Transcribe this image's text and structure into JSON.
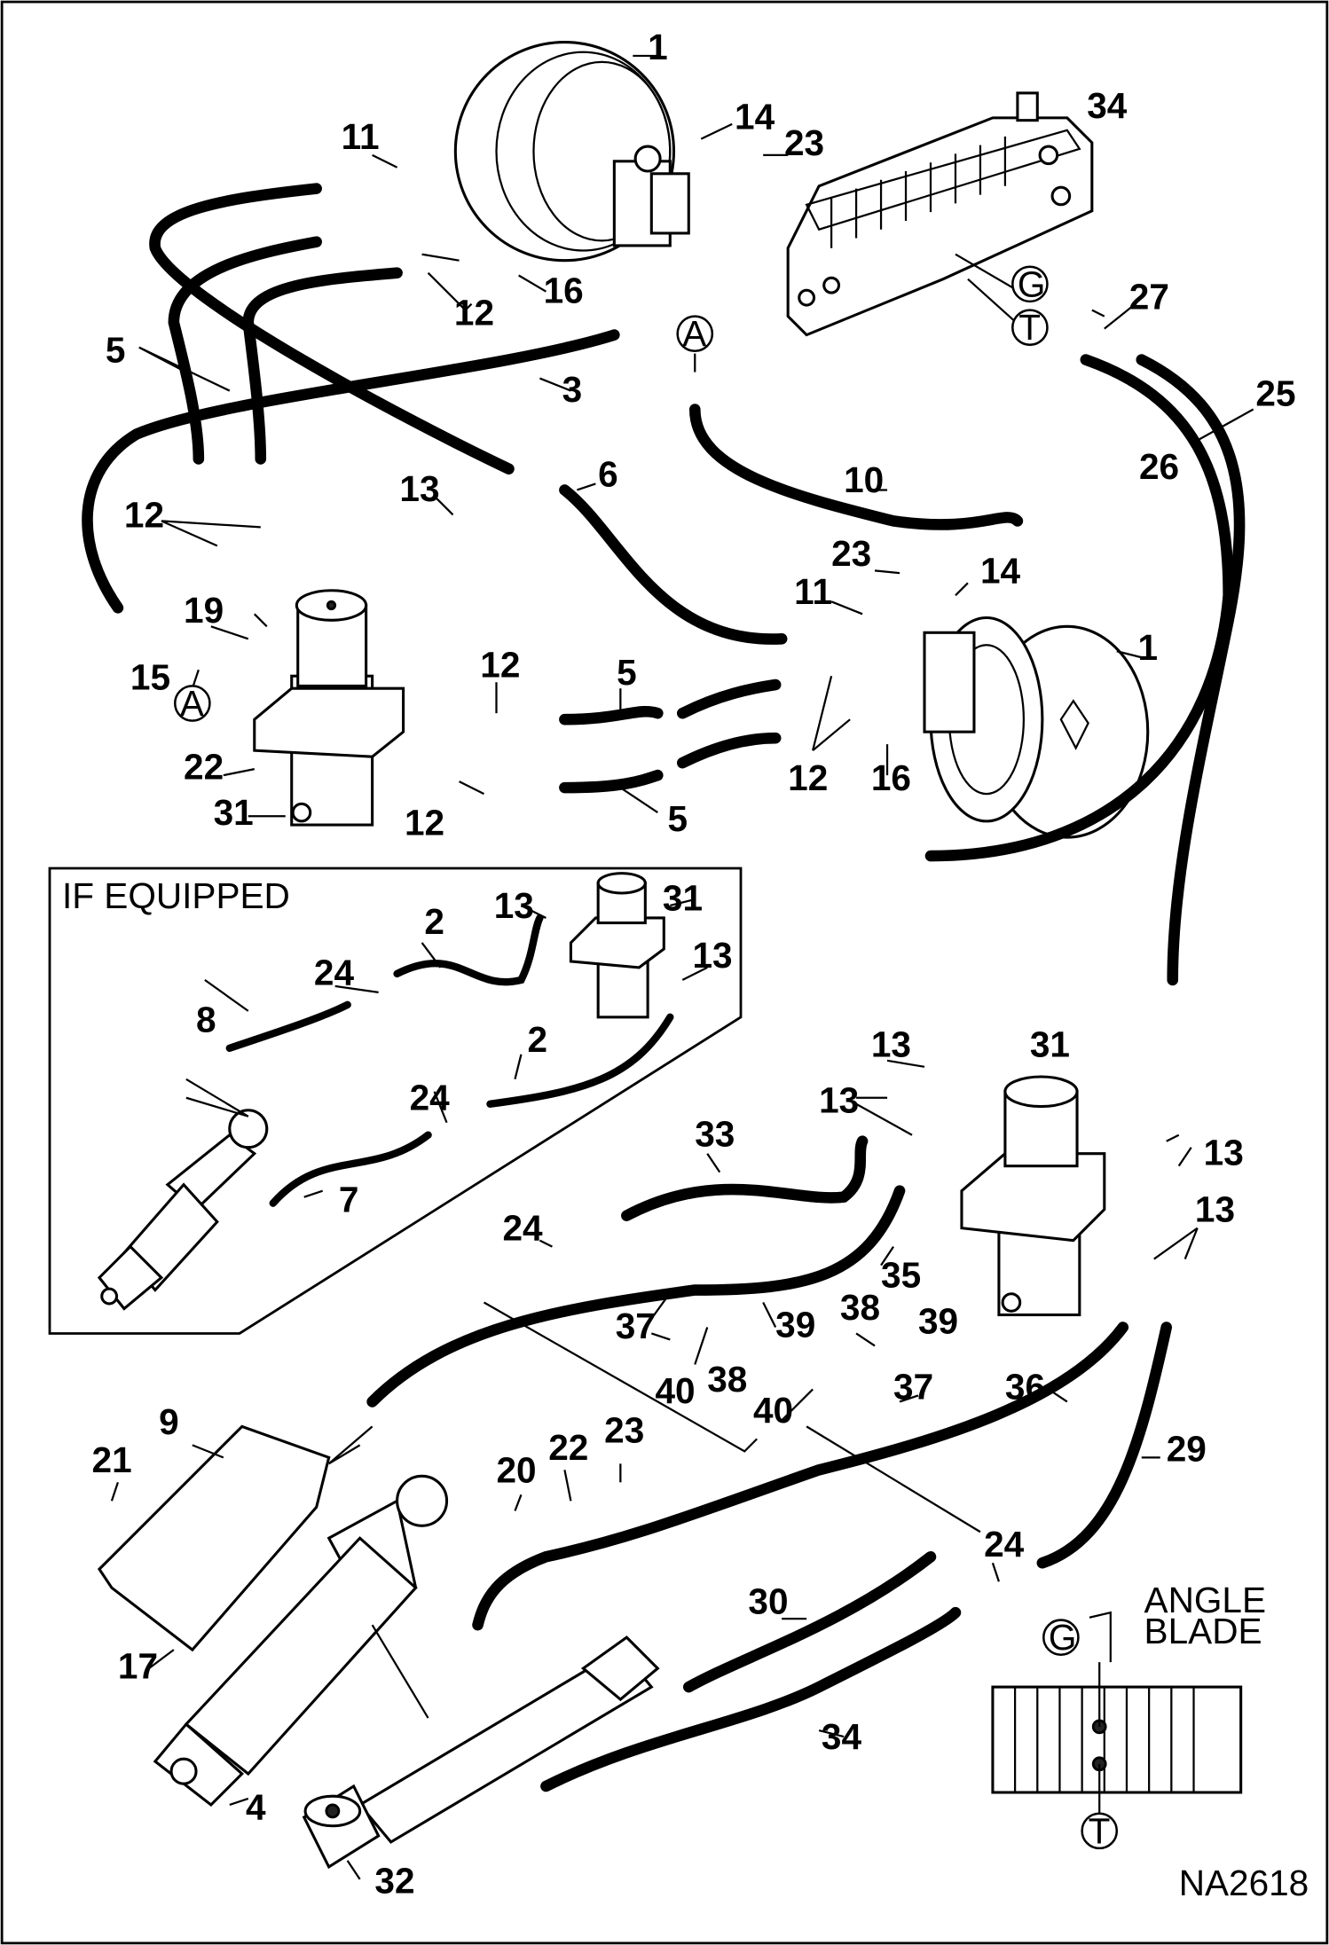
{
  "diagram": {
    "figure_id": "NA2618",
    "inset_title": "IF EQUIPPED",
    "valve_title_line1": "ANGLE",
    "valve_title_line2": "BLADE",
    "port_labels": {
      "g": "G",
      "t": "T",
      "a": "A"
    },
    "callouts": {
      "c1": "1",
      "c2": "2",
      "c3": "3",
      "c4": "4",
      "c5": "5",
      "c6": "6",
      "c7": "7",
      "c8": "8",
      "c9": "9",
      "c10": "10",
      "c11": "11",
      "c12": "12",
      "c13": "13",
      "c14": "14",
      "c15": "15",
      "c16": "16",
      "c17": "17",
      "c19": "19",
      "c20": "20",
      "c21": "21",
      "c22": "22",
      "c23": "23",
      "c24": "24",
      "c25": "25",
      "c26": "26",
      "c27": "27",
      "c29": "29",
      "c30": "30",
      "c31": "31",
      "c32": "32",
      "c33": "33",
      "c34": "34",
      "c35": "35",
      "c36": "36",
      "c37": "37",
      "c38": "38",
      "c39": "39",
      "c40": "40"
    }
  }
}
